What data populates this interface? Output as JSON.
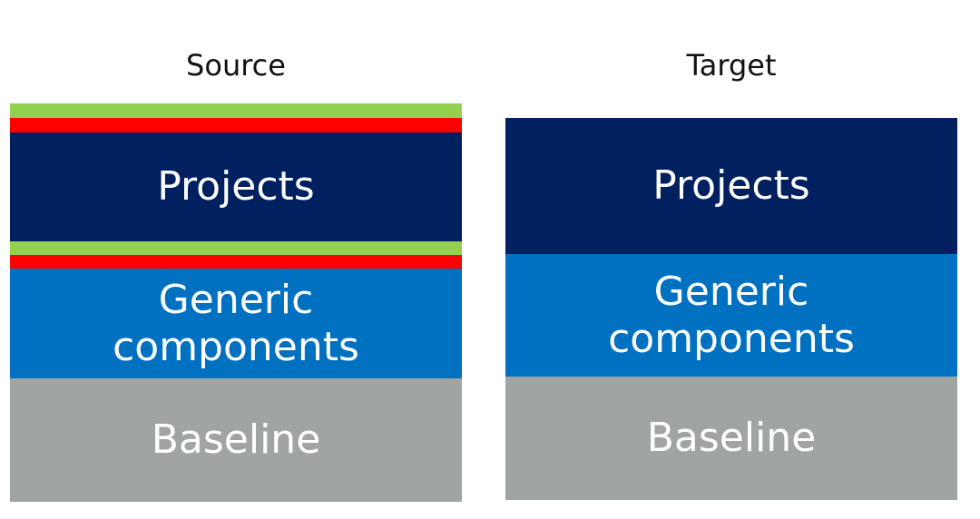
{
  "colors": {
    "projects": "#002060",
    "generic": "#0070C0",
    "baseline": "#A0A4A2",
    "stripe_green": "#92D050",
    "stripe_red": "#FF0000",
    "text": "#FFFFFF"
  },
  "source": {
    "title": "Source",
    "layers": {
      "projects": "Projects",
      "generic": "Generic\ncomponents",
      "baseline": "Baseline"
    }
  },
  "target": {
    "title": "Target",
    "layers": {
      "projects": "Projects",
      "generic": "Generic\ncomponents",
      "baseline": "Baseline"
    }
  }
}
